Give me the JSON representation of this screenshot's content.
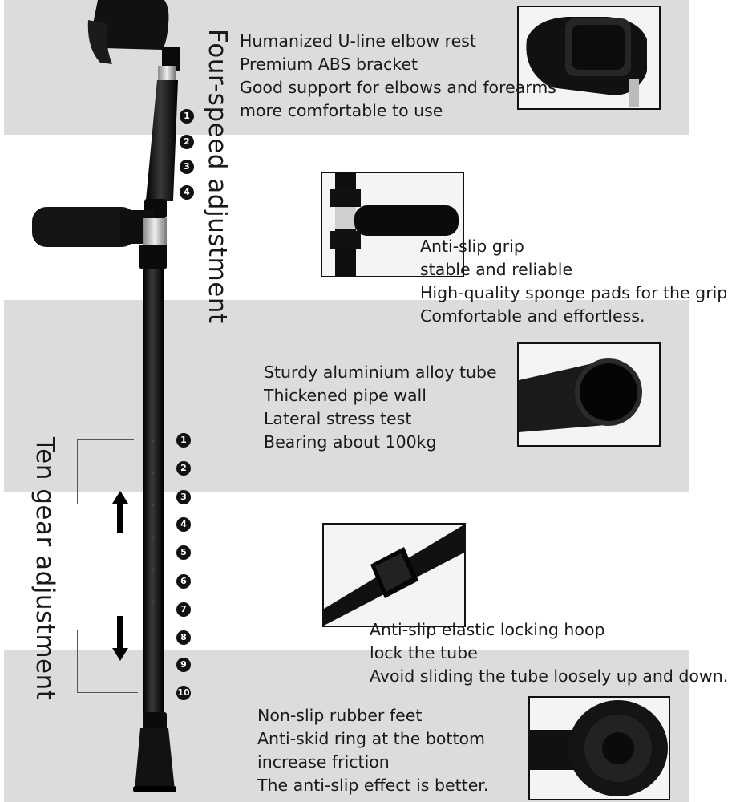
{
  "labels": {
    "four_speed": "Four-speed adjustment",
    "ten_gear": "Ten gear adjustment"
  },
  "features": {
    "elbow": [
      "Humanized U-line elbow rest",
      "Premium ABS bracket",
      "Good support for elbows and forearms",
      "more comfortable to use"
    ],
    "grip": [
      "Anti-slip grip",
      "stable and reliable",
      "High-quality sponge pads for the grip",
      "Comfortable and effortless."
    ],
    "tube": [
      "Sturdy aluminium alloy tube",
      "Thickened pipe wall",
      "Lateral stress test",
      "Bearing about 100kg"
    ],
    "hoop": [
      "Anti-slip elastic locking hoop",
      "lock the tube",
      "Avoid sliding the tube loosely up and down."
    ],
    "feet": [
      "Non-slip rubber feet",
      "Anti-skid ring at the bottom",
      "increase friction",
      "The anti-slip effect is better."
    ]
  },
  "four_speed_numbers": [
    "1",
    "2",
    "3",
    "4"
  ],
  "ten_gear_numbers": [
    "1",
    "2",
    "3",
    "4",
    "5",
    "6",
    "7",
    "8",
    "9",
    "10"
  ],
  "colors": {
    "band": "#dcdcdc",
    "crutch": "#111111"
  }
}
